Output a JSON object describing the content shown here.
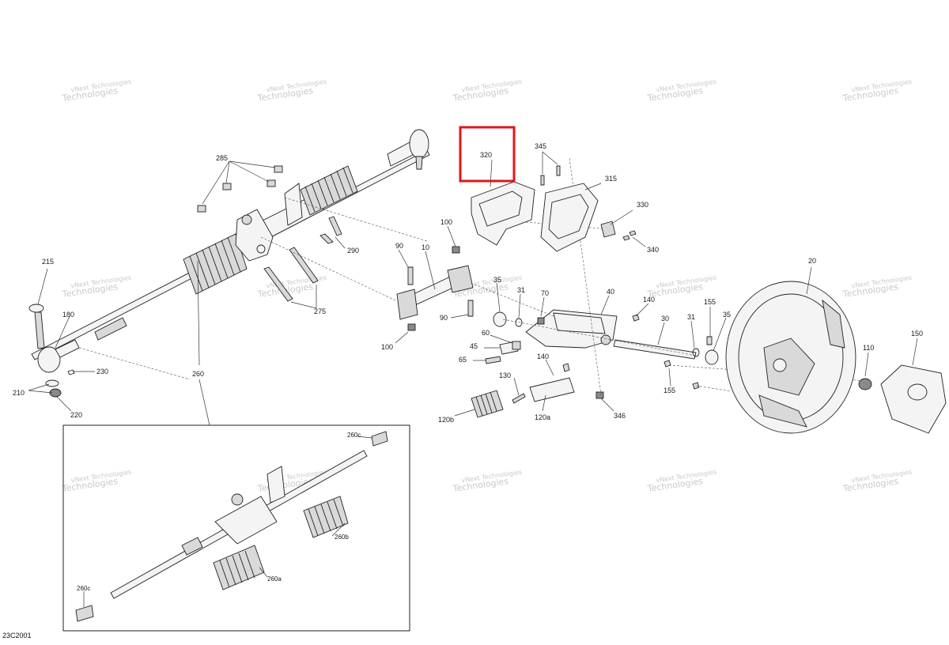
{
  "diagram_code": "23C2001",
  "watermark_line1": "vNext Technologies",
  "watermark_line2": "Technologies",
  "highlight": {
    "color": "#e0161b",
    "part": "320"
  },
  "labels": {
    "p10": "10",
    "p20": "20",
    "p30": "30",
    "p31a": "31",
    "p31b": "31",
    "p35a": "35",
    "p35b": "35",
    "p40": "40",
    "p45": "45",
    "p60": "60",
    "p65": "65",
    "p70": "70",
    "p90a": "90",
    "p90b": "90",
    "p100a": "100",
    "p100b": "100",
    "p110": "110",
    "p120a": "120a",
    "p120b": "120b",
    "p130": "130",
    "p140a": "140",
    "p140b": "140",
    "p150": "150",
    "p155a": "155",
    "p155b": "155",
    "p180": "180",
    "p210": "210",
    "p215": "215",
    "p220": "220",
    "p230": "230",
    "p260": "260",
    "p260a": "260a",
    "p260b": "260b",
    "p260c1": "260c",
    "p260c2": "260c",
    "p275": "275",
    "p285": "285",
    "p290": "290",
    "p315": "315",
    "p320": "320",
    "p330": "330",
    "p340": "340",
    "p345": "345",
    "p346": "346"
  }
}
